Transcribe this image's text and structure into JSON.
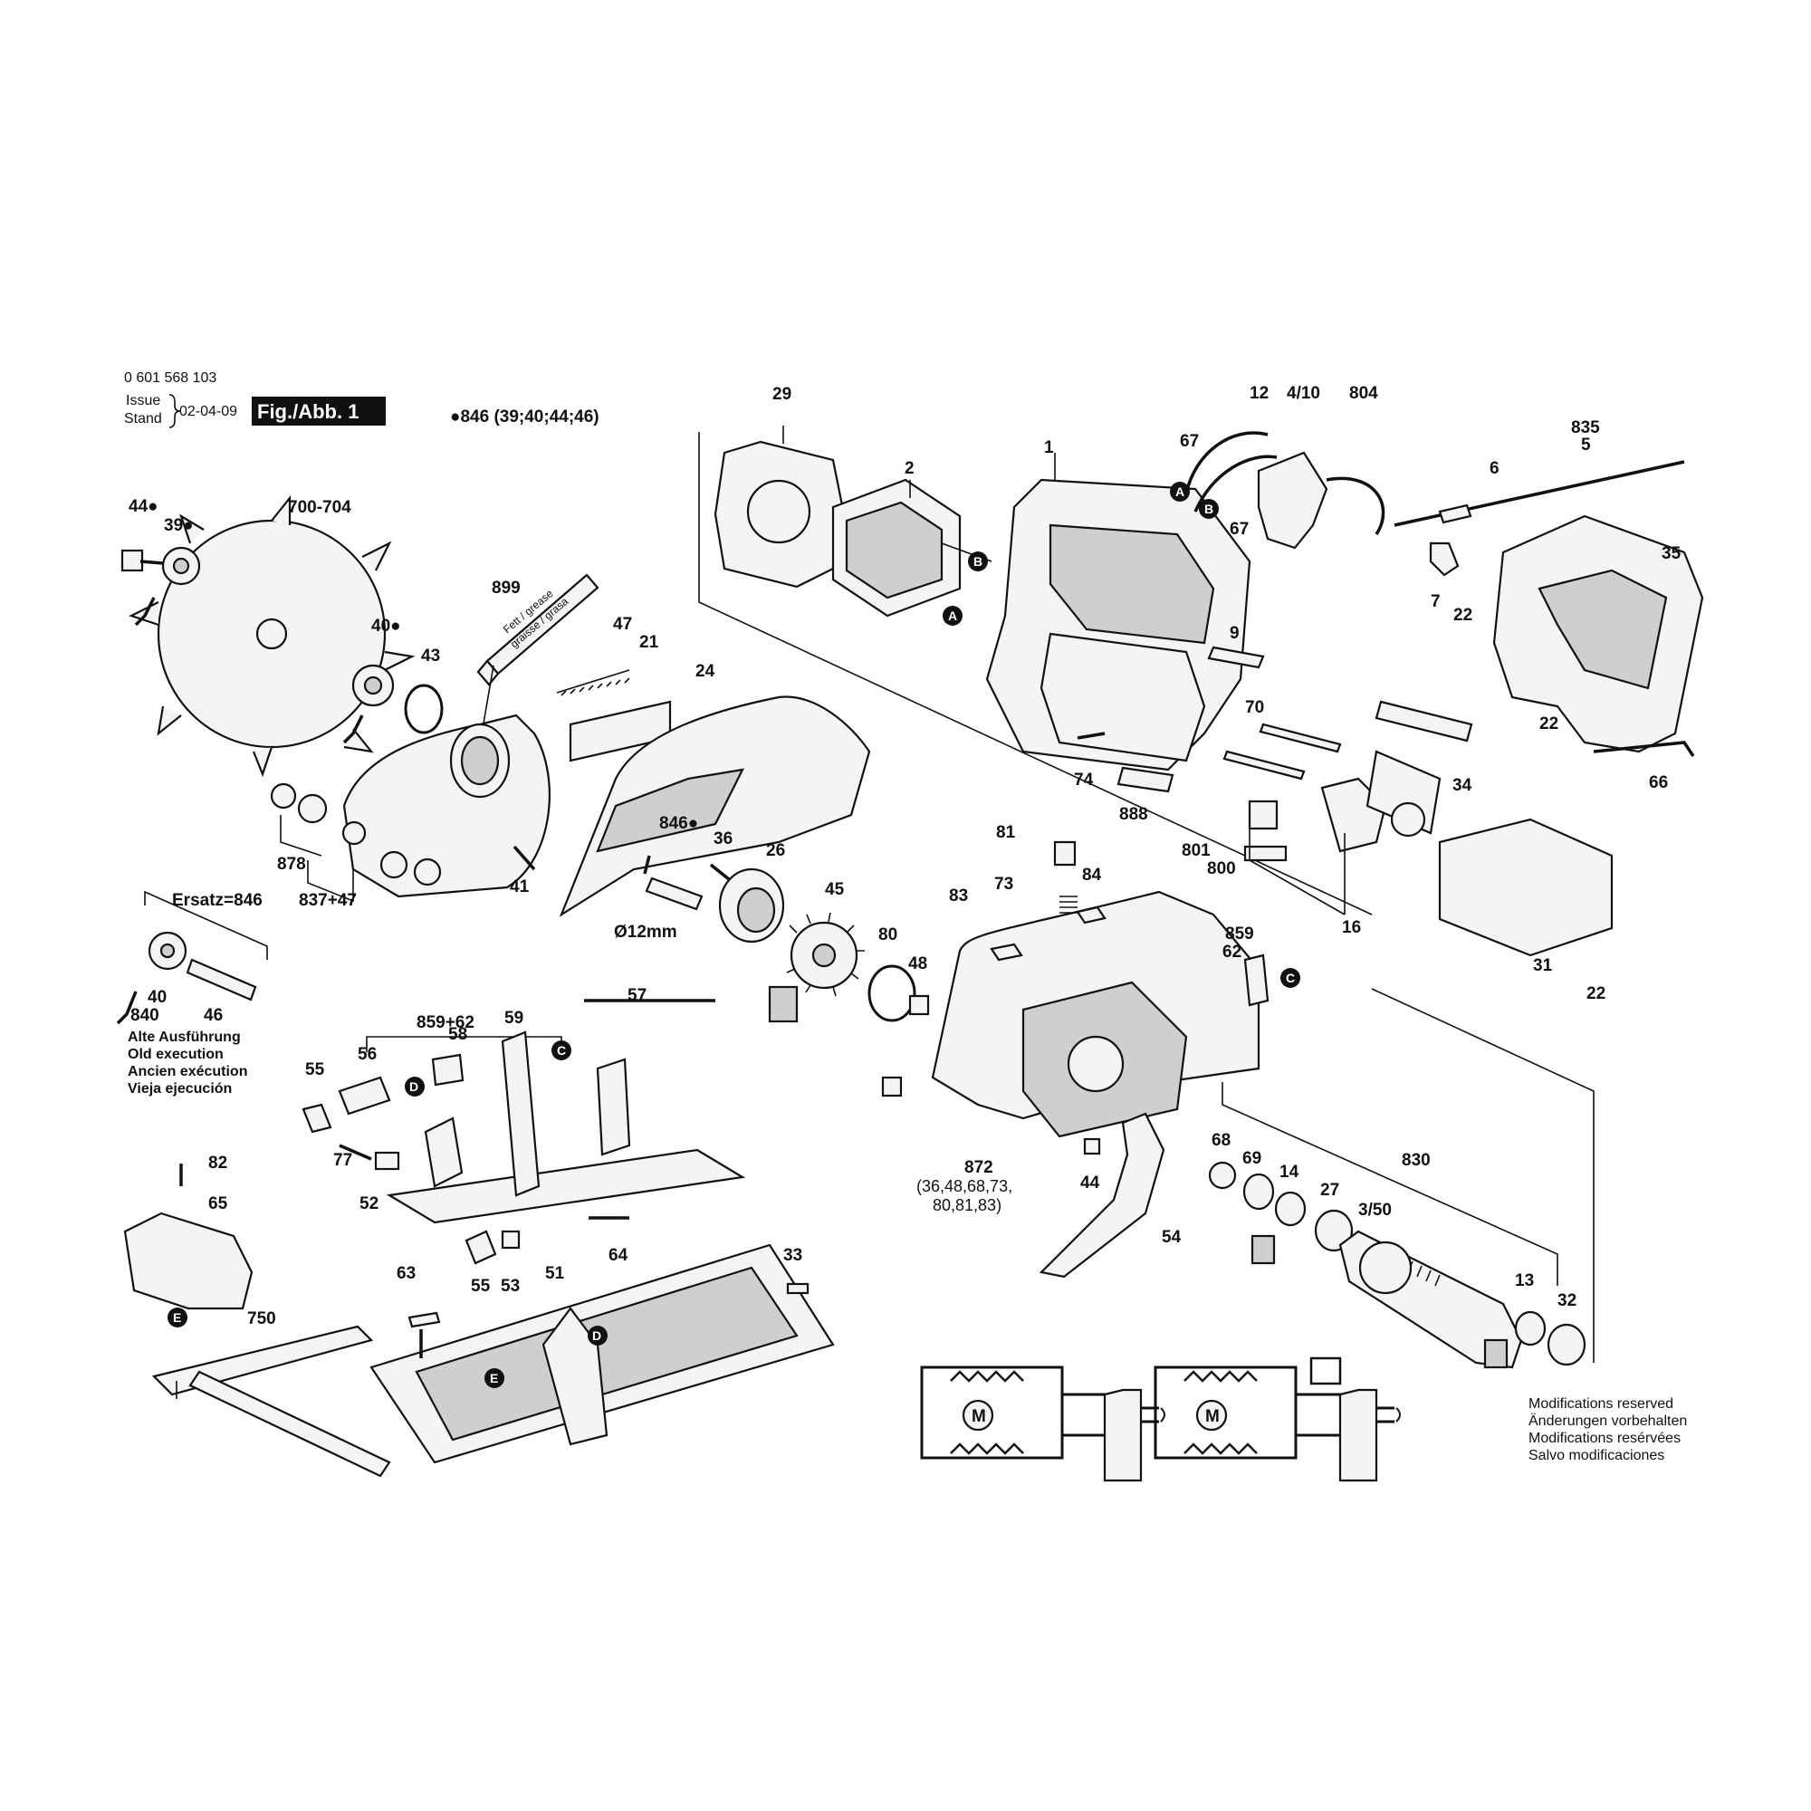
{
  "header": {
    "part_number": "0 601 568 103",
    "issue_label": "Issue",
    "stand_label": "Stand",
    "issue_date": "02-04-09",
    "figure": "Fig./Abb. 1",
    "kit_note": "●846 (39;40;44;46)"
  },
  "labels": {
    "p29": "29",
    "p2": "2",
    "p1": "1",
    "p12": "12",
    "p4_10": "4/10",
    "p804": "804",
    "p835": "835",
    "p5": "5",
    "p6": "6",
    "p67a": "67",
    "p67b": "67",
    "p7": "7",
    "p22a": "22",
    "p35": "35",
    "p22b": "22",
    "p66": "66",
    "p9": "9",
    "p70": "70",
    "p74": "74",
    "p888": "888",
    "p34": "34",
    "p801": "801",
    "p800": "800",
    "p16": "16",
    "p31": "31",
    "p22c": "22",
    "p44a": "44●",
    "p39": "39●",
    "p700": "700-704",
    "p40a": "40●",
    "p43": "43",
    "p899": "899",
    "p47": "47",
    "p21": "21",
    "p24": "24",
    "p878": "878",
    "p837": "837+47",
    "p41": "41",
    "p846b": "846●",
    "p36": "36",
    "p26": "26",
    "p12mm": "Ø12mm",
    "p45": "45",
    "p80": "80",
    "p48": "48",
    "p81": "81",
    "p73": "73",
    "p84": "84",
    "p83": "83",
    "p859a": "859",
    "p62": "62",
    "ersatz": "Ersatz=846",
    "p40b": "40",
    "p840": "840",
    "p46": "46",
    "p859b": "859+62",
    "p57": "57",
    "p58": "58",
    "p59": "59",
    "p55a": "55",
    "p56": "56",
    "p77": "77",
    "p52": "52",
    "p82": "82",
    "p65": "65",
    "p55b": "55",
    "p53": "53",
    "p64": "64",
    "p33": "33",
    "p63": "63",
    "p51": "51",
    "p750": "750",
    "p872": "872",
    "p872list1": "(36,48,68,73,",
    "p872list2": "80,81,83)",
    "p44b": "44",
    "p54": "54",
    "p68": "68",
    "p69": "69",
    "p14": "14",
    "p27": "27",
    "p3_50": "3/50",
    "p830": "830",
    "p13": "13",
    "p32": "32"
  },
  "old_execution": [
    "Alte Ausführung",
    "Old execution",
    "Ancien exécution",
    "Vieja ejecución"
  ],
  "modifications": [
    "Modifications reserved",
    "Änderungen vorbehalten",
    "Modifications resérvées",
    "Salvo modificaciones"
  ],
  "tube_text": [
    "Fett / grease",
    "graisse / grasa"
  ],
  "markers": {
    "A": "A",
    "B": "B",
    "C": "C",
    "D": "D",
    "E": "E"
  },
  "motor_symbol": "M"
}
